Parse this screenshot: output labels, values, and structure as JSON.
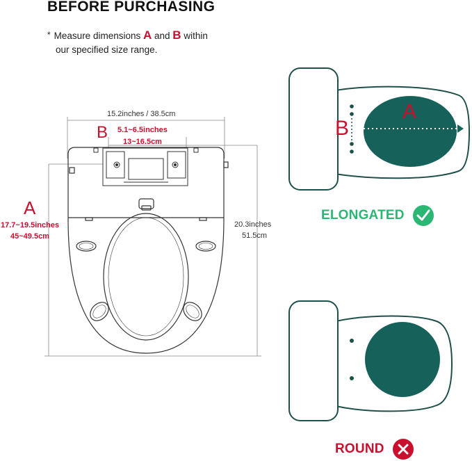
{
  "header": {
    "title": "BEFORE PURCHASING"
  },
  "note": {
    "bullet": "*",
    "part1": "Measure dimensions ",
    "letter_a": "A",
    "and": " and ",
    "letter_b": "B",
    "part2": " within",
    "line2": "our specified size range."
  },
  "diagram": {
    "width_label": "15.2inches / 38.5cm",
    "b_letter": "B",
    "b_inches": "5.1~6.5inches",
    "b_cm": "13~16.5cm",
    "a_letter": "A",
    "a_inches": "17.7~19.5inches",
    "a_cm": "45~49.5cm",
    "height_inches": "20.3inches",
    "height_cm": "51.5cm"
  },
  "elongated": {
    "a_letter": "A",
    "b_letter": "B",
    "label": "ELONGATED",
    "icon": "check-circle-icon"
  },
  "round": {
    "label": "ROUND",
    "icon": "x-circle-icon"
  },
  "colors": {
    "accent_red": "#c8102e",
    "bowl_teal": "#16625a",
    "ok_green": "#2bb673"
  }
}
